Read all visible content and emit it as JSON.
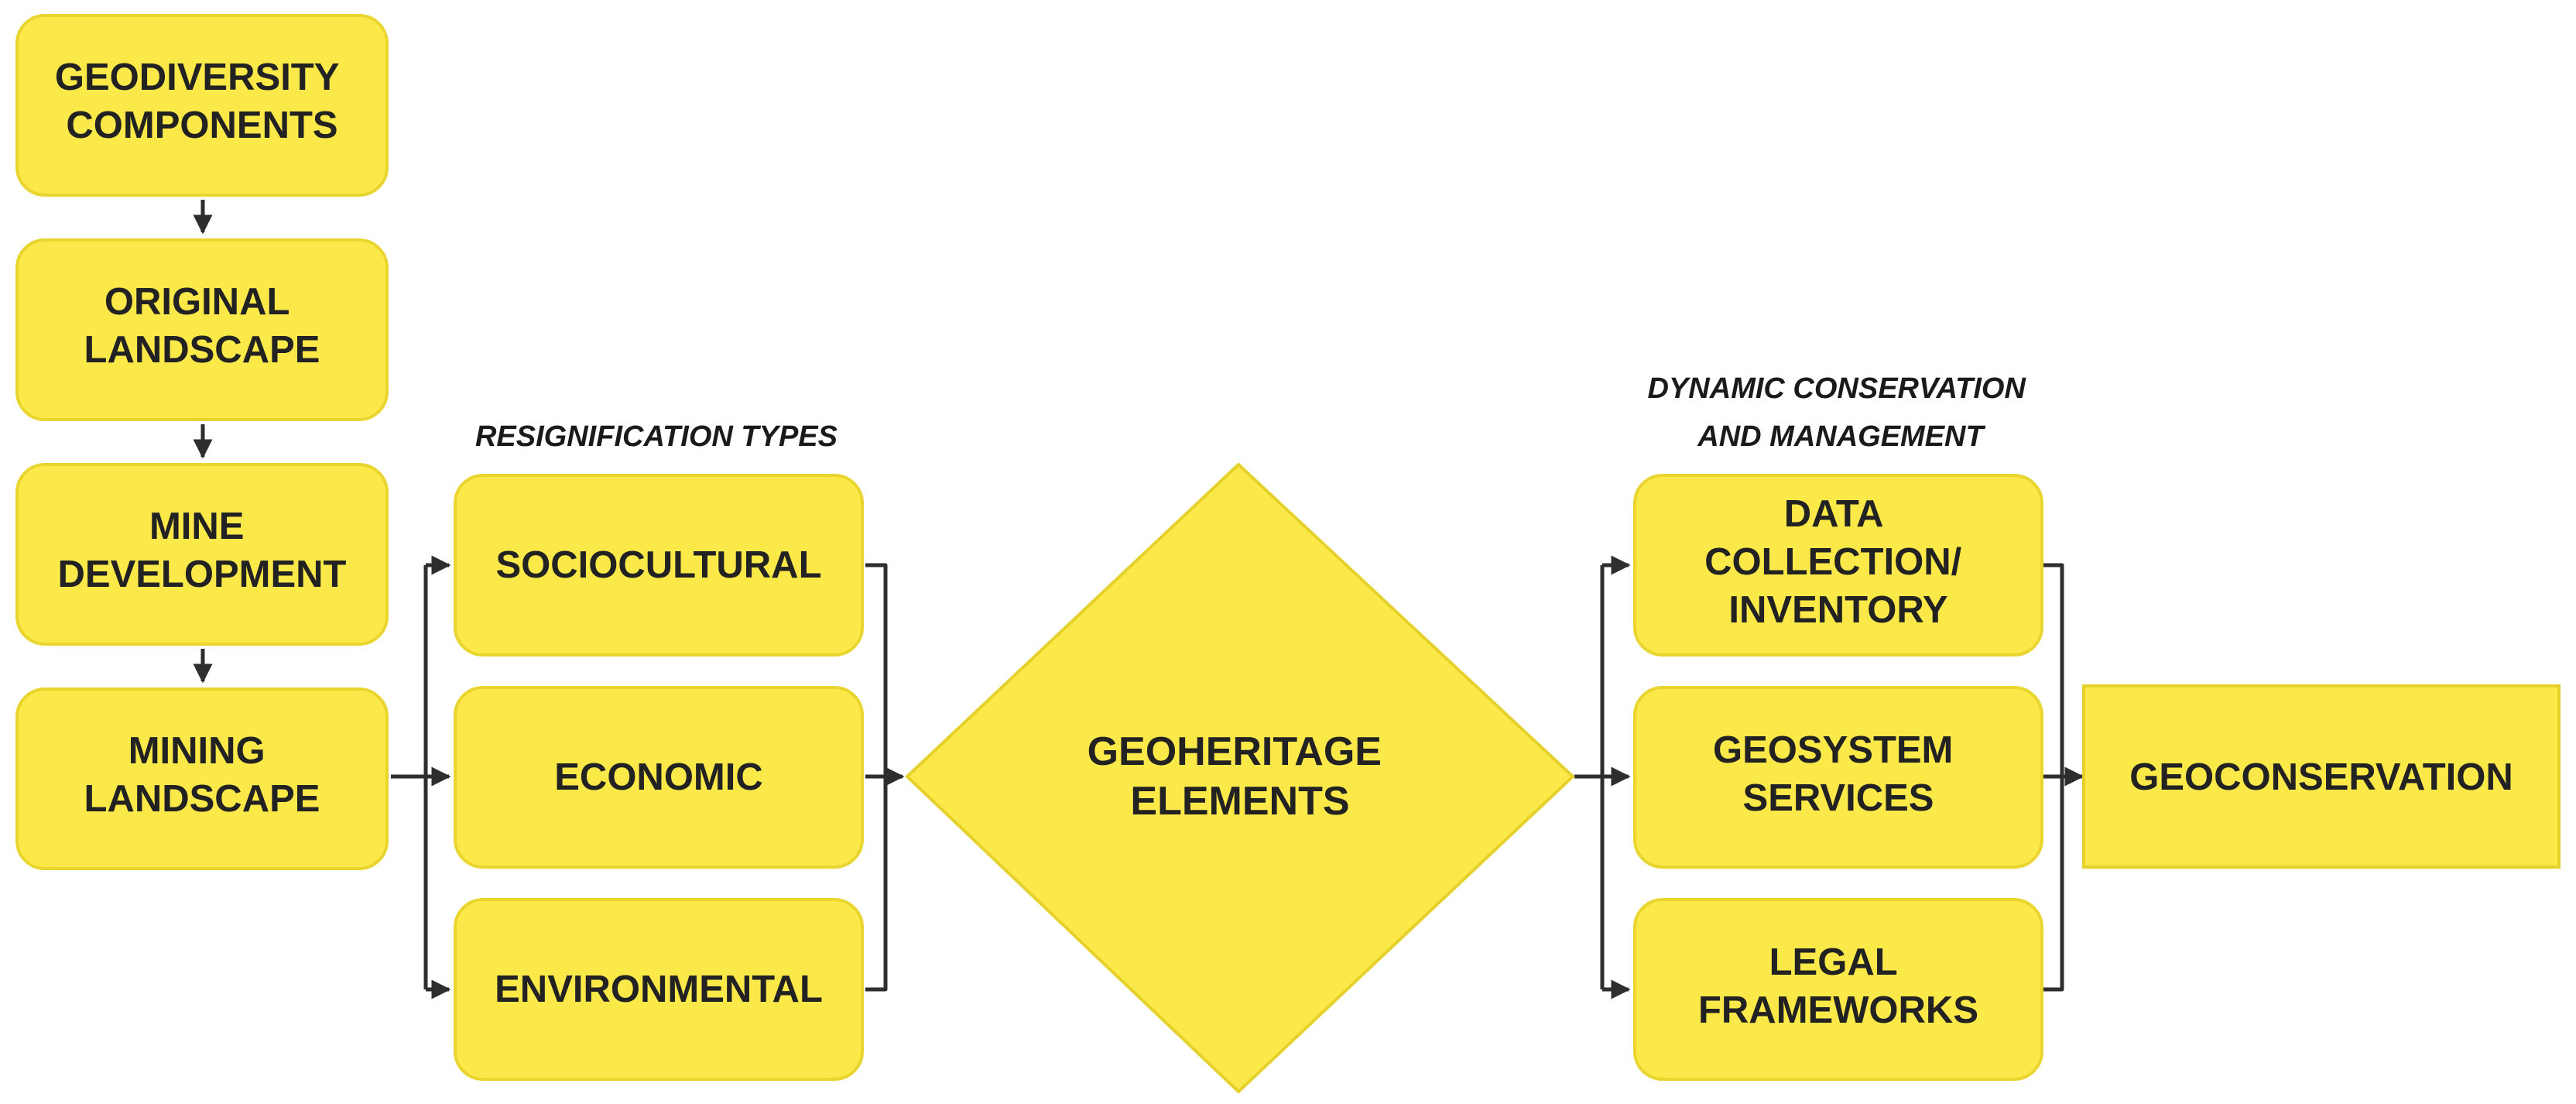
{
  "nodes": {
    "geodiversity": [
      "GEODIVERSITY",
      "COMPONENTS"
    ],
    "original": [
      "ORIGINAL",
      "LANDSCAPE"
    ],
    "mine_dev": [
      "MINE",
      "DEVELOPMENT"
    ],
    "mining": [
      "MINING",
      "LANDSCAPE"
    ],
    "sociocultural": [
      "SOCIOCULTURAL"
    ],
    "economic": [
      "ECONOMIC"
    ],
    "environmental": [
      "ENVIRONMENTAL"
    ],
    "geoheritage": [
      "GEOHERITAGE",
      "ELEMENTS"
    ],
    "data_collection": [
      "DATA",
      "COLLECTION/",
      "INVENTORY"
    ],
    "geosystem": [
      "GEOSYSTEM",
      "SERVICES"
    ],
    "legal": [
      "LEGAL",
      "FRAMEWORKS"
    ],
    "geoconservation": [
      "GEOCONSERVATION"
    ]
  },
  "headings": {
    "resignification": [
      "RESIGNIFICATION TYPES"
    ],
    "dynamic": [
      "DYNAMIC CONSERVATION",
      "AND MANAGEMENT"
    ]
  },
  "colors": {
    "node_fill": "#fbe94a",
    "node_stroke": "#e6d12b",
    "text": "#222222",
    "connector": "#2e2e2e"
  }
}
